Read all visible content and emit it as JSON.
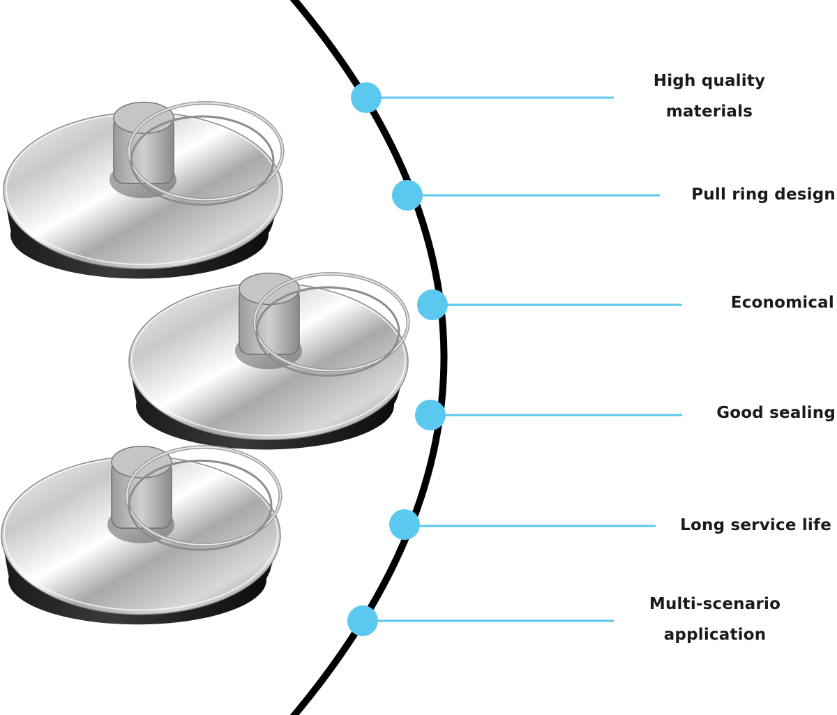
{
  "features": [
    {
      "lines": [
        "High quality",
        "materials"
      ]
    },
    {
      "lines": [
        "Pull ring design"
      ]
    },
    {
      "lines": [
        "Economical"
      ]
    },
    {
      "lines": [
        "Good sealing"
      ]
    },
    {
      "lines": [
        "Long service life"
      ]
    },
    {
      "lines": [
        "Multi-scenario",
        "application"
      ]
    }
  ],
  "colors": {
    "accent": "#5bc8ef",
    "curve": "#000000",
    "text": "#1a1a1a"
  },
  "icons": [
    "sink-stopper-icon",
    "sink-stopper-icon",
    "sink-stopper-icon"
  ]
}
